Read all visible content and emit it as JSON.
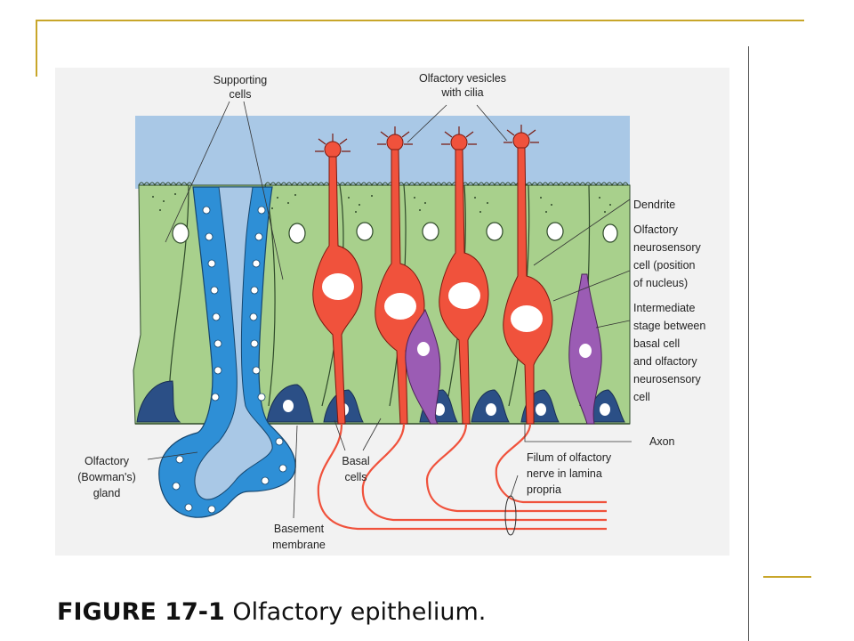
{
  "labels": {
    "supporting_cells": [
      "Supporting",
      "cells"
    ],
    "olfactory_vesicles": [
      "Olfactory vesicles",
      "with cilia"
    ],
    "dendrite": [
      "Dendrite"
    ],
    "neurosensory_cell": [
      "Olfactory",
      "neurosensory",
      "cell (position",
      "of nucleus)"
    ],
    "intermediate_stage": [
      "Intermediate",
      "stage between",
      "basal cell",
      "and olfactory",
      "neurosensory",
      "cell"
    ],
    "axon": [
      "Axon"
    ],
    "filum": [
      "Filum of olfactory",
      "nerve in lamina",
      "propria"
    ],
    "basal_cells": [
      "Basal",
      "cells"
    ],
    "bowmans_gland": [
      "Olfactory",
      "(Bowman's)",
      "gland"
    ],
    "basement_membrane": [
      "Basement",
      "membrane"
    ]
  },
  "caption": {
    "figure_number": "FIGURE 17-1",
    "title": "Olfactory epithelium."
  },
  "colors": {
    "mucus": "#a9c8e6",
    "supporting": "#a8d08c",
    "neuron": "#f0523c",
    "gland": "#2e8fd6",
    "basal": "#2b4f86",
    "intermediate": "#9b5cb4",
    "accent_rule": "#c8a62a"
  }
}
